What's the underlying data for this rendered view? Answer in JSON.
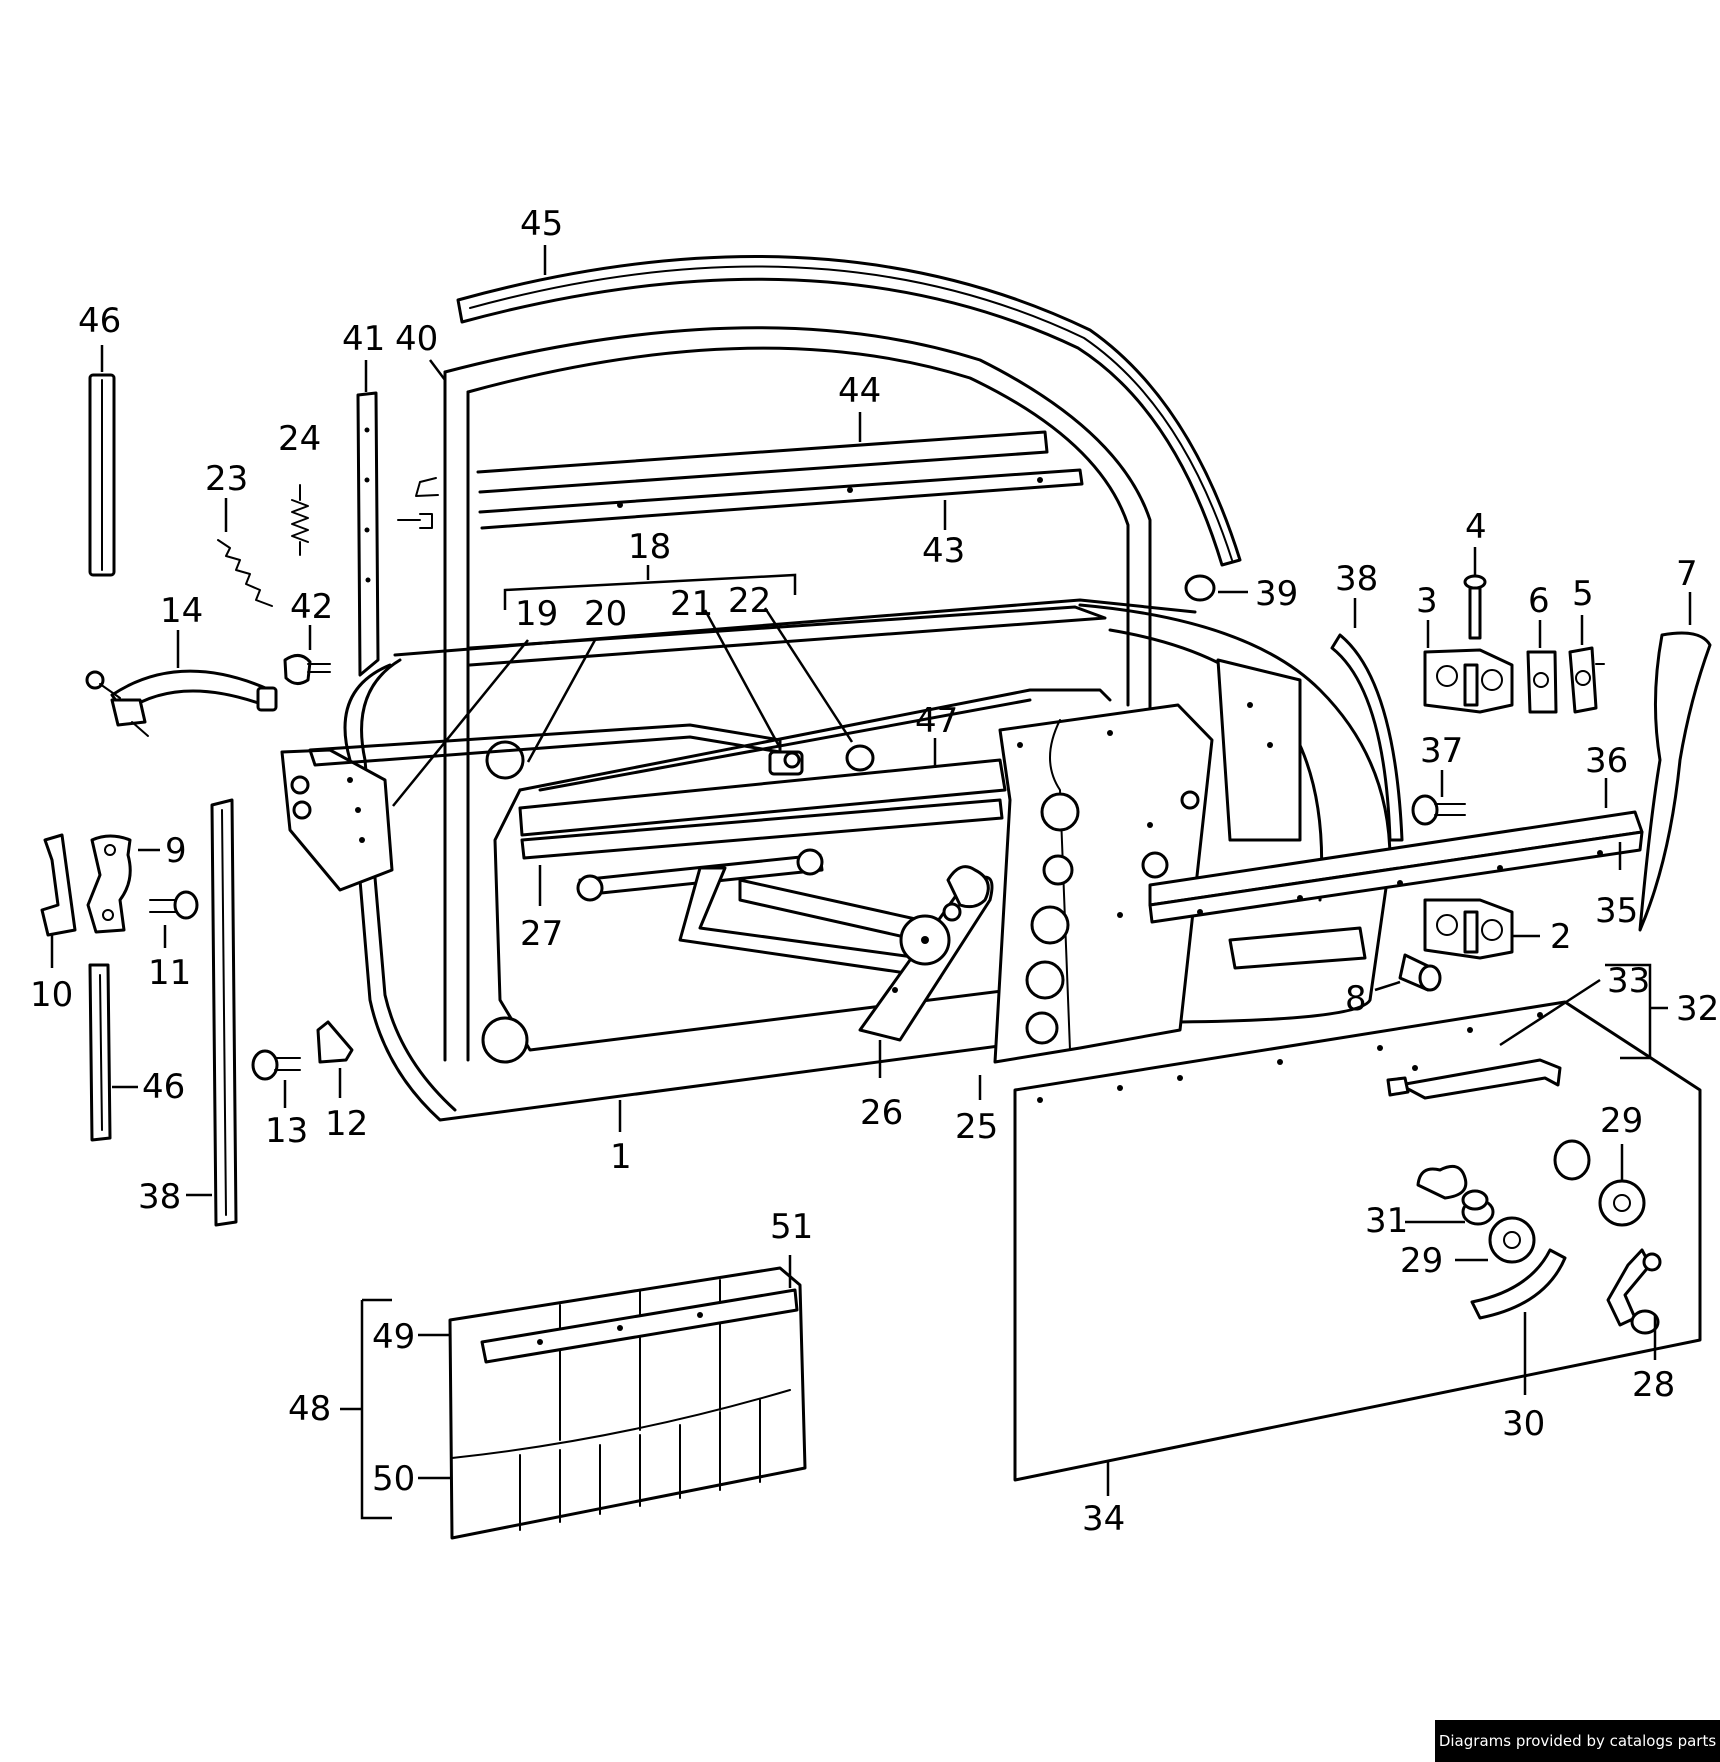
{
  "diagram": {
    "labels": [
      "45",
      "46",
      "41",
      "40",
      "44",
      "24",
      "23",
      "43",
      "18",
      "19",
      "20",
      "21",
      "22",
      "39",
      "38",
      "4",
      "3",
      "6",
      "5",
      "7",
      "14",
      "42",
      "47",
      "37",
      "36",
      "9",
      "35",
      "2",
      "10",
      "11",
      "27",
      "26",
      "8",
      "33",
      "32",
      "46b",
      "13",
      "12",
      "1",
      "25",
      "29",
      "38b",
      "31",
      "29b",
      "51",
      "49",
      "28",
      "30",
      "48",
      "50",
      "34"
    ],
    "label_text": {
      "45": "45",
      "46": "46",
      "41": "41",
      "40": "40",
      "44": "44",
      "24": "24",
      "23": "23",
      "43": "43",
      "18": "18",
      "19": "19",
      "20": "20",
      "21": "21",
      "22": "22",
      "39": "39",
      "38": "38",
      "4": "4",
      "3": "3",
      "6": "6",
      "5": "5",
      "7": "7",
      "14": "14",
      "42": "42",
      "47": "47",
      "37": "37",
      "36": "36",
      "9": "9",
      "35": "35",
      "2": "2",
      "10": "10",
      "11": "11",
      "27": "27",
      "26": "26",
      "8": "8",
      "33": "33",
      "32": "32",
      "46b": "46",
      "13": "13",
      "12": "12",
      "1": "1",
      "25": "25",
      "29": "29",
      "38b": "38",
      "31": "31",
      "29b": "29",
      "51": "51",
      "49": "49",
      "28": "28",
      "30": "30",
      "48": "48",
      "50": "50",
      "34": "34"
    }
  },
  "credit": "Diagrams provided by catalogs parts"
}
